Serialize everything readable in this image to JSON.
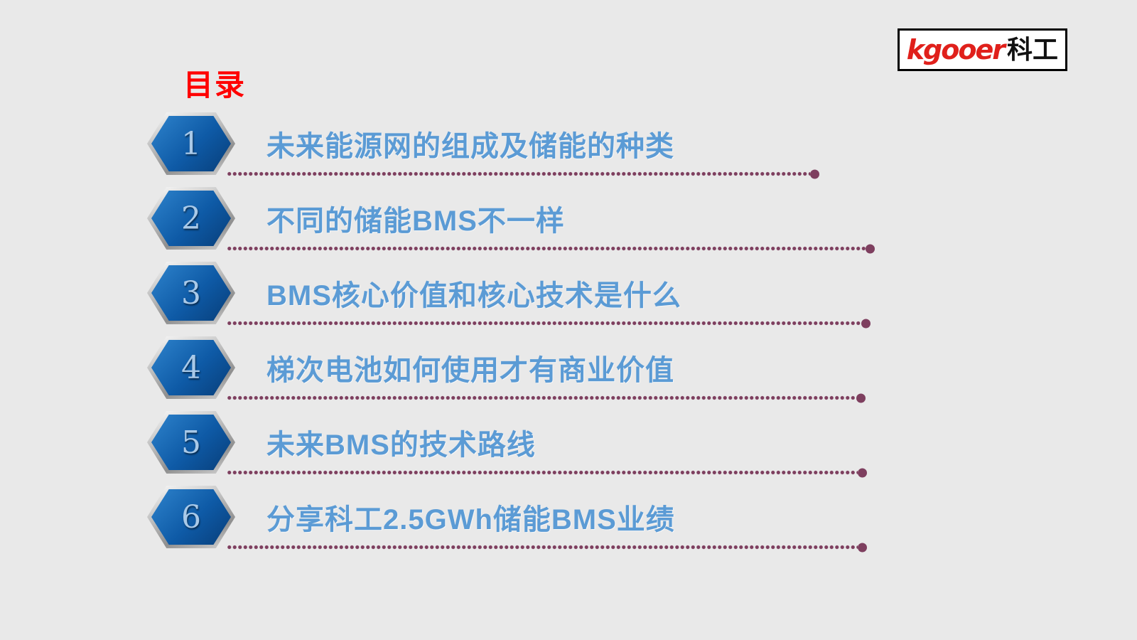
{
  "slide": {
    "title": "目录",
    "title_color": "#ff0000",
    "background_color": "#e9e9e9"
  },
  "logo": {
    "brand": "kgooer",
    "brand_cn": "科工",
    "brand_color": "#e0201b",
    "brand_cn_color": "#111111"
  },
  "toc": {
    "items": [
      {
        "number": "1",
        "label": "未来能源网的组成及储能的种类"
      },
      {
        "number": "2",
        "label": "不同的储能BMS不一样"
      },
      {
        "number": "3",
        "label": "BMS核心价值和核心技术是什么"
      },
      {
        "number": "4",
        "label": "梯次电池如何使用才有商业价值"
      },
      {
        "number": "5",
        "label": "未来BMS的技术路线"
      },
      {
        "number": "6",
        "label": "分享科工2.5GWh储能BMS业绩"
      }
    ],
    "colors": {
      "hexagon_fill": "#0e5aa6",
      "hexagon_border": "#bdbdbd",
      "label_text": "#5b9bd5",
      "dotted_line": "#7e3f5f"
    }
  }
}
